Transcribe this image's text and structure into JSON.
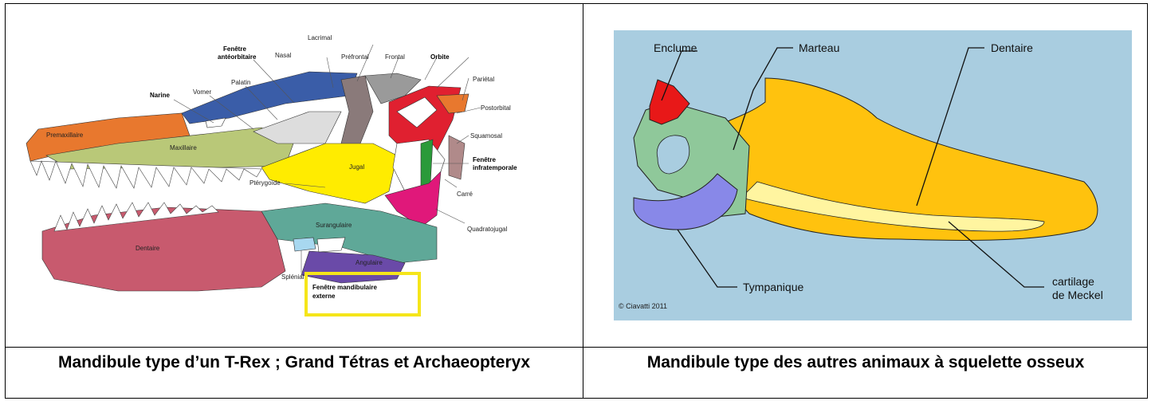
{
  "left_diagram": {
    "labels": {
      "fenetre_anteorbitaire": [
        "Fenêtre",
        "antéorbitaire"
      ],
      "lacrimal": "Lacrimal",
      "nasal": "Nasal",
      "prefrontal": "Préfrontal",
      "frontal": "Frontal",
      "orbite": "Orbite",
      "parietal": "Pariétal",
      "postorbital": "Postorbital",
      "squamosal": "Squamosal",
      "fenetre_infratemporale": [
        "Fenêtre",
        "infratemporale"
      ],
      "carre": "Carré",
      "quadratojugal": "Quadratojugal",
      "narine": "Narine",
      "vomer": "Vomer",
      "palatin": "Palatin",
      "premaxillaire": "Premaxillaire",
      "maxillaire": "Maxillaire",
      "jugal": "Jugal",
      "pterygoide": "Ptérygoïde",
      "surangulaire": "Surangulaire",
      "dentaire": "Dentaire",
      "angulaire": "Angulaire",
      "splenial": "Splénial",
      "fenetre_mandibulaire": [
        "Fenêtre mandibulaire",
        "externe"
      ]
    },
    "colors": {
      "premaxillaire": "#e8782e",
      "maxillaire": "#b9c878",
      "nasal": "#3a5da8",
      "lacrimal": "#8a7a7a",
      "frontal": "#9a9a9a",
      "orbite_ring": "#e02030",
      "parietal": "#e8782e",
      "jugal": "#ffec00",
      "quadratojugal": "#e0187a",
      "surangulaire": "#5fa898",
      "dentaire": "#c85a6e",
      "angulaire": "#6a4aa8",
      "splenial": "#a8d8f0",
      "squamosal": "#b08a8a",
      "carre": "#2a9a3a",
      "highlight_box": "#f5e51a"
    }
  },
  "right_diagram": {
    "labels": {
      "enclume": "Enclume",
      "marteau": "Marteau",
      "dentaire": "Dentaire",
      "tympanique": "Tympanique",
      "cartilage": [
        "cartilage",
        "de Meckel"
      ],
      "credit": "© Ciavatti 2011"
    },
    "colors": {
      "background": "#a9cde0",
      "enclume": "#e81818",
      "marteau": "#8fc89a",
      "dentaire": "#ffc20e",
      "tympanique": "#8888e8",
      "cartilage": "#fff5a0"
    }
  },
  "captions": {
    "left": "Mandibule type d’un T-Rex ; Grand Tétras et Archaeopteryx",
    "right": "Mandibule type des autres animaux à squelette osseux"
  }
}
